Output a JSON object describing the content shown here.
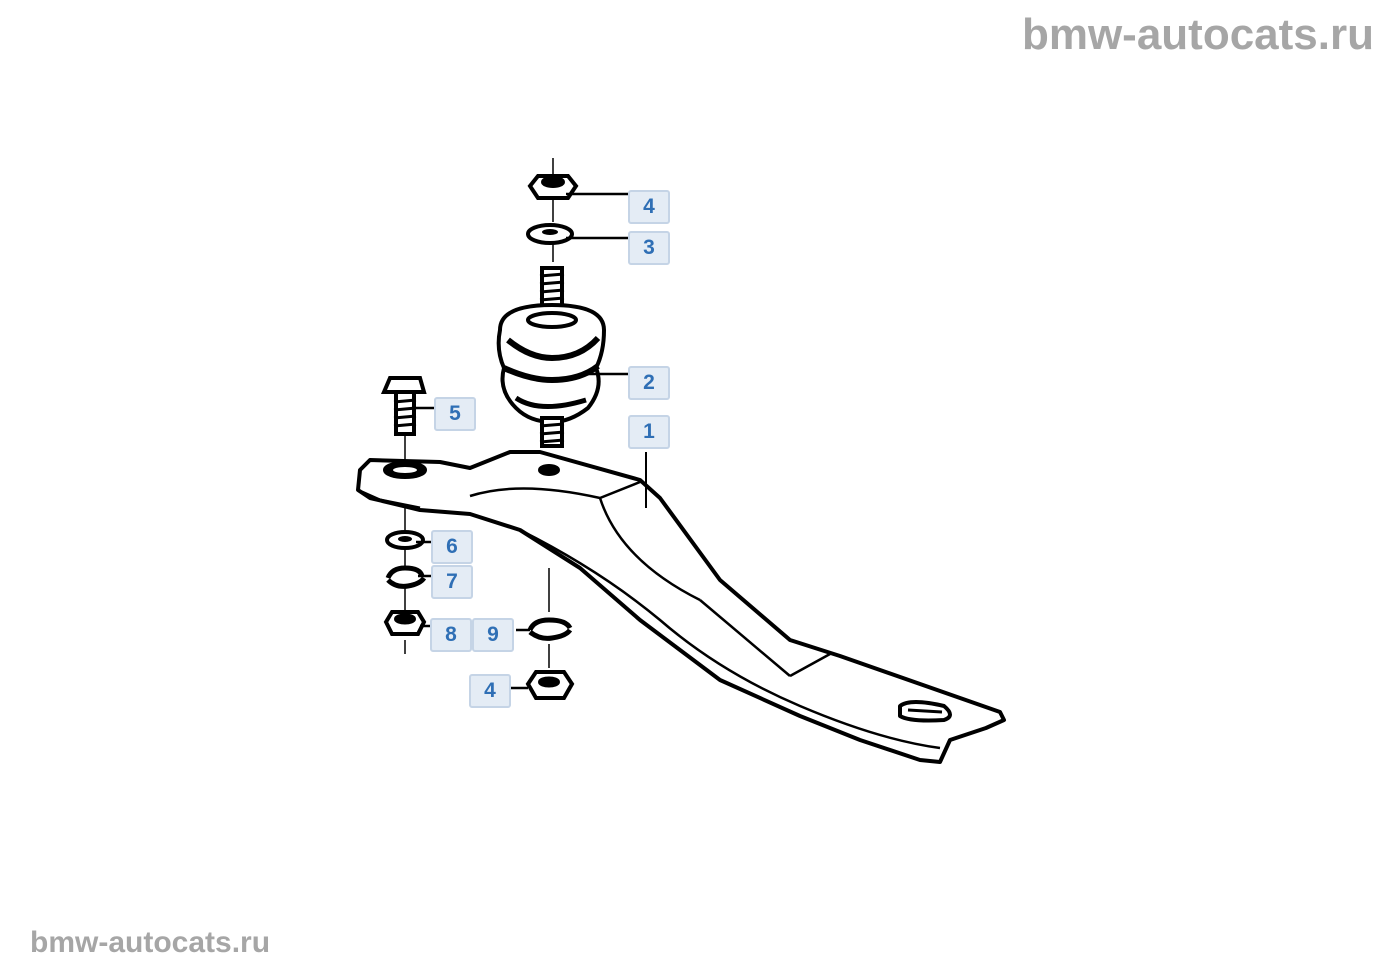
{
  "watermark": {
    "top": "bmw-autocats.ru",
    "bottom": "bmw-autocats.ru"
  },
  "colors": {
    "line": "#000000",
    "callout_bg": "#e4ecf5",
    "callout_border": "#c5d4e6",
    "callout_text": "#2f6fb5",
    "watermark": "#a6a6a6"
  },
  "callouts": {
    "nut_top": "4",
    "washer_top": "3",
    "rubber_mount": "2",
    "bracket": "1",
    "bolt": "5",
    "washer_6": "6",
    "spring_washer_7": "7",
    "nut_8": "8",
    "spring_washer_9": "9",
    "nut_bottom": "4"
  }
}
